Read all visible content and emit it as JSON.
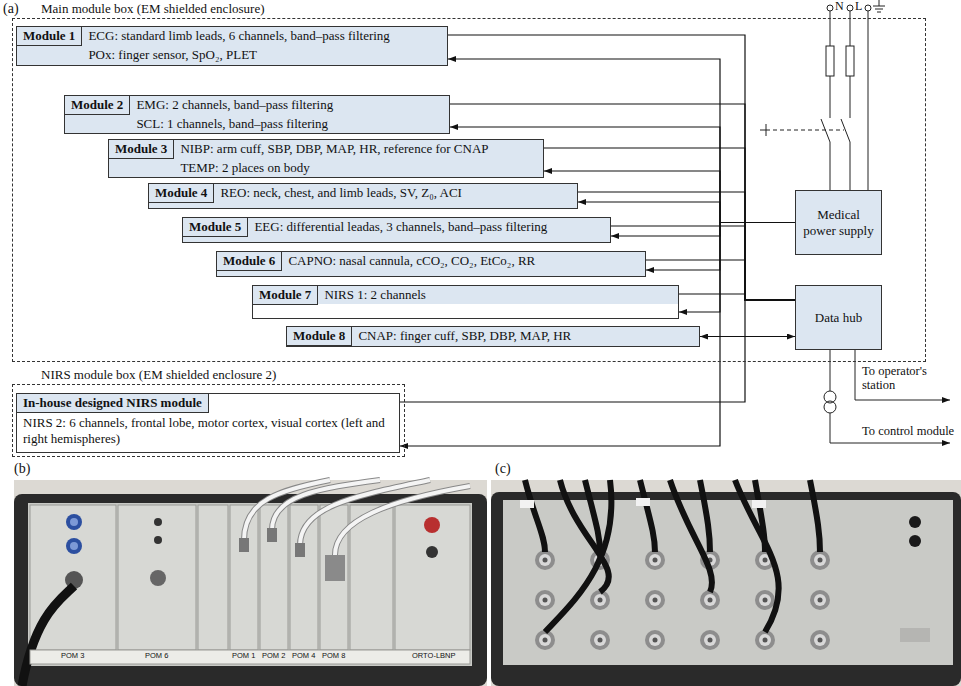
{
  "diagram": {
    "nodes": [
      {
        "text": [
          "Main module box (EM shielded enclosure)"
        ]
      },
      {
        "text": [
          "Module 1",
          "ECG: standard limb leads, 6 channels, band–pass filtering",
          "POx: finger sensor, SpO₂, PLET"
        ],
        "in": 0
      },
      {
        "text": [
          "Module 2",
          "EMG: 2 channels, band–pass filtering",
          "SCL: 1 channels, band–pass filtering"
        ],
        "in": 0
      },
      {
        "text": [
          "Module 3",
          "NIBP: arm cuff, SBP, DBP, MAP, HR, reference for CNAP",
          "TEMP: 2 places on body"
        ],
        "in": 0
      },
      {
        "text": [
          "Module 4",
          "REO: neck, chest, and limb leads, SV, Z₀, ACI"
        ],
        "in": 0
      },
      {
        "text": [
          "Module 5",
          "EEG: differential leadas, 3 channels, band–pass filtering"
        ],
        "in": 0
      },
      {
        "text": [
          "Module 6",
          "CAPNO: nasal cannula, cCO₂, CO₂, EtCo₂, RR"
        ],
        "in": 0
      },
      {
        "text": [
          "Module 7",
          "NIRS 1: 2 channels"
        ],
        "in": 0
      },
      {
        "text": [
          "Module 8",
          "CNAP: finger cuff, SBP, DBP, MAP, HR"
        ],
        "in": 0
      },
      {
        "text": [
          "Medical power supply"
        ],
        "in": 0
      },
      {
        "text": [
          "Data hub"
        ],
        "in": 0
      },
      {
        "text": [
          "NIRS module box (EM shielded enclosure 2)"
        ]
      },
      {
        "text": [
          "In-house designed NIRS module",
          "NIRS 2: 6 channels, frontal lobe, motor cortex, visual cortex (left and right hemispheres)"
        ],
        "in": 11
      }
    ],
    "edges": [
      {
        "from": 9,
        "to": 1,
        "arrow": "to"
      },
      {
        "from": 1,
        "to": 10,
        "arrow": "none"
      },
      {
        "from": 9,
        "to": 2,
        "arrow": "to"
      },
      {
        "from": 2,
        "to": 10,
        "arrow": "none"
      },
      {
        "from": 9,
        "to": 3,
        "arrow": "to"
      },
      {
        "from": 3,
        "to": 10,
        "arrow": "none"
      },
      {
        "from": 9,
        "to": 4,
        "arrow": "to"
      },
      {
        "from": 4,
        "to": 10,
        "arrow": "none"
      },
      {
        "from": 9,
        "to": 5,
        "arrow": "to"
      },
      {
        "from": 5,
        "to": 10,
        "arrow": "none"
      },
      {
        "from": 9,
        "to": 6,
        "arrow": "to"
      },
      {
        "from": 6,
        "to": 10,
        "arrow": "none"
      },
      {
        "from": 9,
        "to": 7,
        "arrow": "to"
      },
      {
        "from": 7,
        "to": 10,
        "arrow": "none"
      },
      {
        "from": 8,
        "to": 10,
        "arrow": "both"
      },
      {
        "from": 9,
        "to": 12,
        "arrow": "to"
      },
      {
        "from": 12,
        "to": 10,
        "arrow": "none"
      }
    ],
    "labels": [
      "(a)",
      "N",
      "L",
      "To operator's station",
      "To control module",
      "(b)",
      "(c)",
      "POM 3",
      "POM 6",
      "POM 1",
      "POM 2",
      "POM 4",
      "POM 8",
      "ORTO-LBNP"
    ]
  }
}
